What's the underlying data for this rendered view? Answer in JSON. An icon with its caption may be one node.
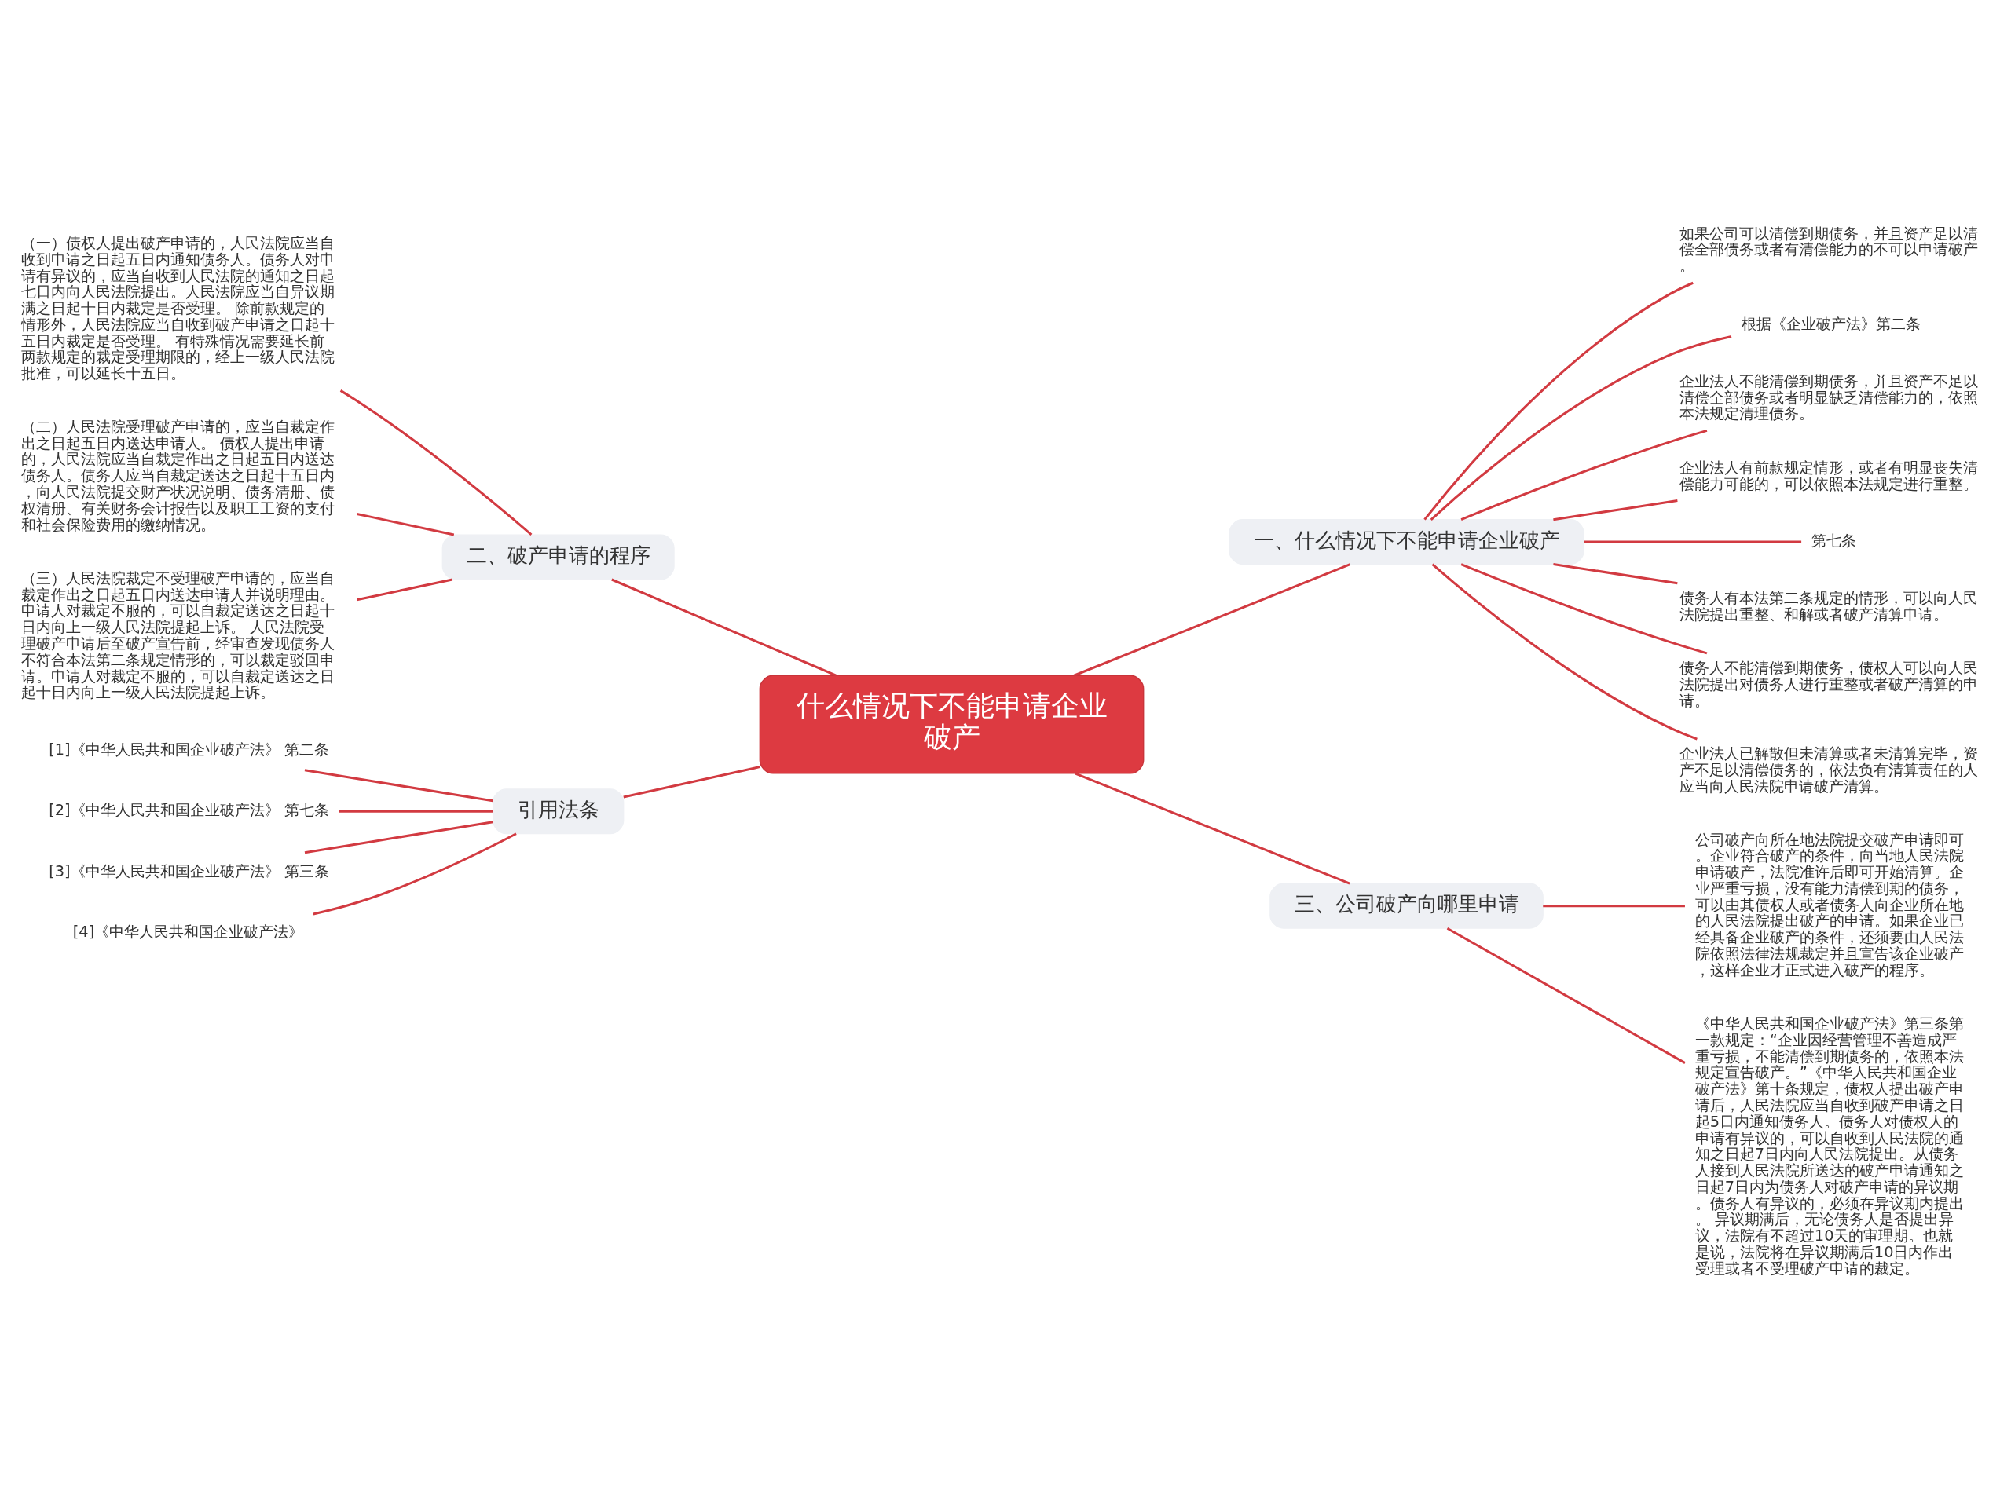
{
  "diagram": {
    "nodes": [
      {
        "text": [
          "什么情况下不能申请企业破产"
        ]
      },
      {
        "text": [
          "一、什么情况下不能申请企业破产"
        ]
      },
      {
        "text": [
          "如果公司可以清偿到期债务，并且资产足以清偿全部债务或者有清偿能力的不可以申请破产。"
        ]
      },
      {
        "text": [
          "根据《企业破产法》第二条"
        ]
      },
      {
        "text": [
          "企业法人不能清偿到期债务，并且资产不足以清偿全部债务或者明显缺乏清偿能力的，依照本法规定清理债务。"
        ]
      },
      {
        "text": [
          "企业法人有前款规定情形，或者有明显丧失清偿能力可能的，可以依照本法规定进行重整。"
        ]
      },
      {
        "text": [
          "第七条"
        ]
      },
      {
        "text": [
          "债务人有本法第二条规定的情形，可以向人民法院提出重整、和解或者破产清算申请。"
        ]
      },
      {
        "text": [
          "债务人不能清偿到期债务，债权人可以向人民法院提出对债务人进行重整或者破产清算的申请。"
        ]
      },
      {
        "text": [
          "企业法人已解散但未清算或者未清算完毕，资产不足以清偿债务的，依法负有清算责任的人应当向人民法院申请破产清算。"
        ]
      },
      {
        "text": [
          "二、破产申请的程序"
        ]
      },
      {
        "text": [
          "（一）债权人提出破产申请的，人民法院应当自收到申请之日起五日内通知债务人。债务人对申请有异议的，应当自收到人民法院的通知之日起七日内向人民法院提出。人民法院应当自异议期满之日起十日内裁定是否受理。 除前款规定的情形外，人民法院应当自收到破产申请之日起十五日内裁定是否受理。 有特殊情况需要延长前两款规定的裁定受理期限的，经上一级人民法院批准，可以延长十五日。"
        ]
      },
      {
        "text": [
          "（二）人民法院受理破产申请的，应当自裁定作出之日起五日内送达申请人。 债权人提出申请的，人民法院应当自裁定作出之日起五日内送达债务人。债务人应当自裁定送达之日起十五日内，向人民法院提交财产状况说明、债务清册、债权清册、有关财务会计报告以及职工工资的支付和社会保险费用的缴纳情况。"
        ]
      },
      {
        "text": [
          "（三）人民法院裁定不受理破产申请的，应当自裁定作出之日起五日内送达申请人并说明理由。申请人对裁定不服的，可以自裁定送达之日起十日内向上一级人民法院提起上诉。 人民法院受理破产申请后至破产宣告前，经审查发现债务人不符合本法第二条规定情形的，可以裁定驳回申请。申请人对裁定不服的，可以自裁定送达之日起十日内向上一级人民法院提起上诉。"
        ]
      },
      {
        "text": [
          "三、公司破产向哪里申请"
        ]
      },
      {
        "text": [
          "公司破产向所在地法院提交破产申请即可。企业符合破产的条件，向当地人民法院申请破产，法院准许后即可开始清算。企业严重亏损，没有能力清偿到期的债务，可以由其债权人或者债务人向企业所在地的人民法院提出破产的申请。如果企业已经具备企业破产的条件，还须要由人民法院依照法律法规裁定并且宣告该企业破产，这样企业才正式进入破产的程序。"
        ]
      },
      {
        "text": [
          "《中华人民共和国企业破产法》第三条第一款规定：“企业因经营管理不善造成严重亏损，不能清偿到期债务的，依照本法规定宣告破产。”《中华人民共和国企业破产法》第十条规定，债权人提出破产申请后，人民法院应当自收到破产申请之日起5日内通知债务人。债务人对债权人的申请有异议的，可以自收到人民法院的通知之日起7日内向人民法院提出。从债务人接到人民法院所送达的破产申请通知之日起7日内为债务人对破产申请的异议期。债务人有异议的，必须在异议期内提出。 异议期满后，无论债务人是否提出异议，法院有不超过10天的审理期。也就是说，法院将在异议期满后10日内作出受理或者不受理破产申请的裁定。"
        ]
      },
      {
        "text": [
          "引用法条"
        ]
      },
      {
        "text": [
          "[1]《中华人民共和国企业破产法》 第二条"
        ]
      },
      {
        "text": [
          "[2]《中华人民共和国企业破产法》 第七条"
        ]
      },
      {
        "text": [
          "[3]《中华人民共和国企业破产法》 第三条"
        ]
      },
      {
        "text": [
          "[4]《中华人民共和国企业破产法》"
        ]
      }
    ],
    "edges": [
      {
        "from": 0,
        "to": 1,
        "arrow": "none"
      },
      {
        "from": 1,
        "to": 2,
        "arrow": "none"
      },
      {
        "from": 1,
        "to": 3,
        "arrow": "none"
      },
      {
        "from": 1,
        "to": 4,
        "arrow": "none"
      },
      {
        "from": 1,
        "to": 5,
        "arrow": "none"
      },
      {
        "from": 1,
        "to": 6,
        "arrow": "none"
      },
      {
        "from": 1,
        "to": 7,
        "arrow": "none"
      },
      {
        "from": 1,
        "to": 8,
        "arrow": "none"
      },
      {
        "from": 1,
        "to": 9,
        "arrow": "none"
      },
      {
        "from": 10,
        "to": 0,
        "arrow": "none"
      },
      {
        "from": 11,
        "to": 10,
        "arrow": "none"
      },
      {
        "from": 12,
        "to": 10,
        "arrow": "none"
      },
      {
        "from": 13,
        "to": 10,
        "arrow": "none"
      },
      {
        "from": 0,
        "to": 14,
        "arrow": "none"
      },
      {
        "from": 14,
        "to": 15,
        "arrow": "none"
      },
      {
        "from": 14,
        "to": 16,
        "arrow": "none"
      },
      {
        "from": 17,
        "to": 0,
        "arrow": "none"
      },
      {
        "from": 18,
        "to": 17,
        "arrow": "none"
      },
      {
        "from": 19,
        "to": 17,
        "arrow": "none"
      },
      {
        "from": 20,
        "to": 17,
        "arrow": "none"
      },
      {
        "from": 21,
        "to": 17,
        "arrow": "none"
      }
    ]
  }
}
